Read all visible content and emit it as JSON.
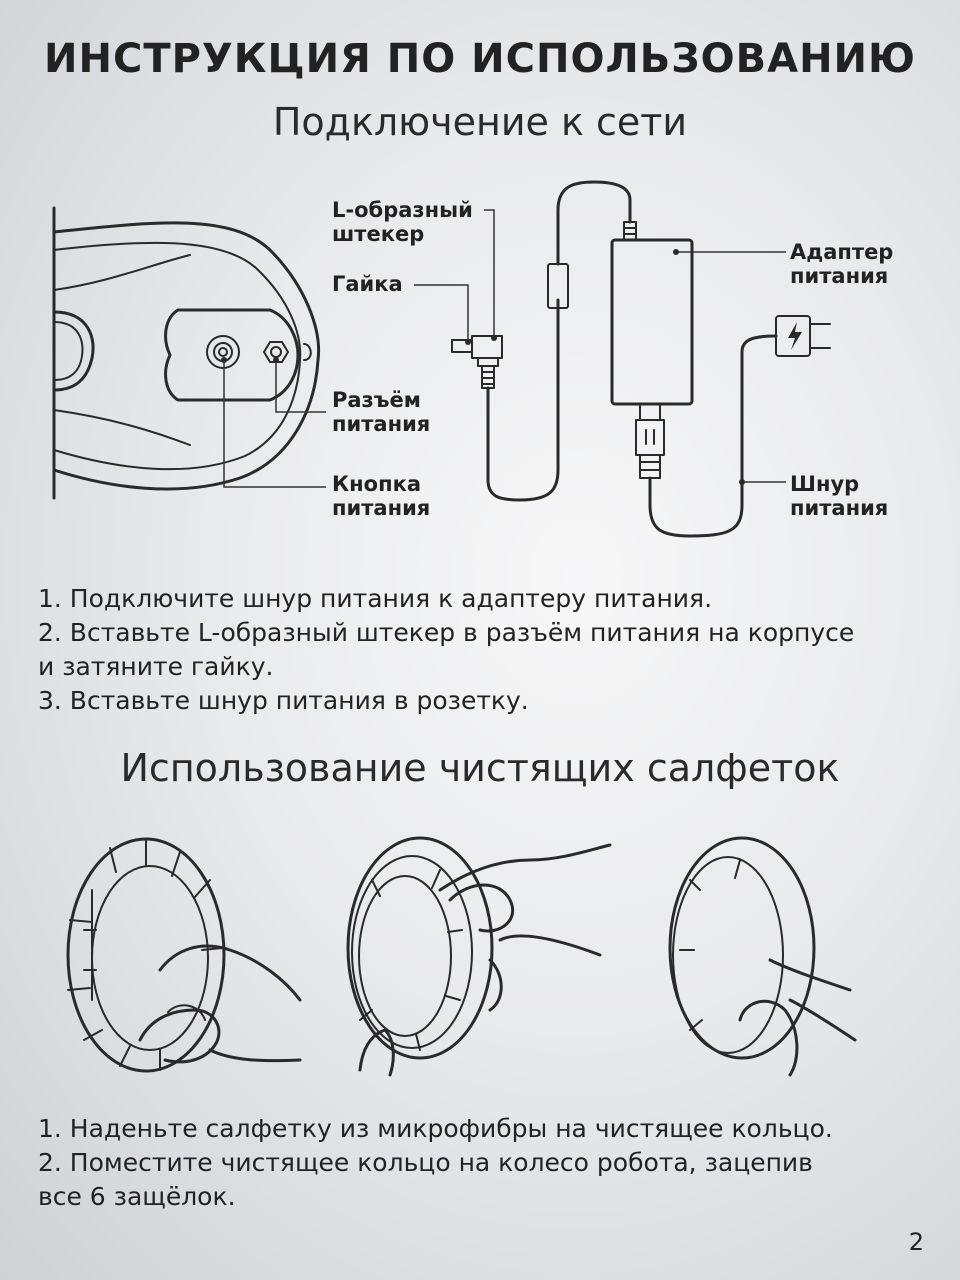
{
  "header": {
    "title": "ИНСТРУКЦИЯ ПО ИСПОЛЬЗОВАНИЮ",
    "section1_title": "Подключение к сети",
    "section2_title": "Использование чистящих салфеток"
  },
  "diagram_labels": {
    "l_plug": "L-образный\nштекер",
    "nut": "Гайка",
    "power_socket": "Разъём\nпитания",
    "power_button": "Кнопка\nпитания",
    "power_adapter": "Адаптер\nпитания",
    "power_cord": "Шнур\nпитания"
  },
  "section1_steps": [
    "1. Подключите шнур питания к адаптеру питания.",
    "2. Вставьте L-образный штекер в разъём питания на корпусе",
    "и затяните гайку.",
    "3. Вставьте шнур питания в  розетку."
  ],
  "section2_steps": [
    "1. Наденьте салфетку из микрофибры на чистящее кольцо.",
    "2. Поместите чистящее кольцо на колесо робота, зацепив",
    "все 6 защёлок."
  ],
  "page_number": "2"
}
